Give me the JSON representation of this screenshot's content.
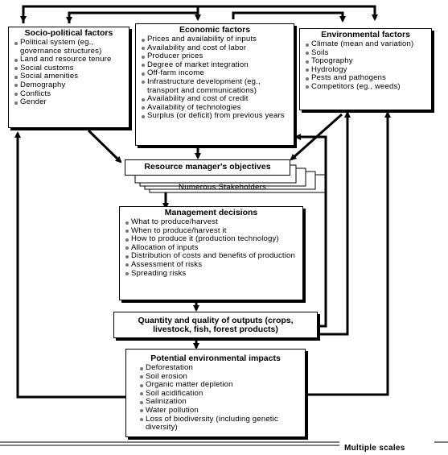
{
  "socio": {
    "title": "Socio-political factors",
    "items": [
      "Political system (eg., governance structures)",
      "Land and resource tenure",
      "Social customs",
      "Social amenities",
      "Demography",
      "Conflicts",
      "Gender"
    ]
  },
  "economic": {
    "title": "Economic factors",
    "items": [
      "Prices and availability of inputs",
      "Availability and cost of labor",
      "Producer prices",
      "Degree of market integration",
      "Off-farm income",
      "Infrastructure development (eg., transport and communications)",
      "Availability and cost of credit",
      "Availability of technologies",
      "Surplus (or deficit) from previous years"
    ]
  },
  "environmental": {
    "title": "Environmental factors",
    "items": [
      "Climate (mean and variation)",
      "Soils",
      "Topography",
      "Hydrology",
      "Pests and pathogens",
      "Competitors (eg., weeds)"
    ]
  },
  "objectives": {
    "title": "Resource manager's objectives",
    "stakeholders": "Numerous Stakeholders"
  },
  "management": {
    "title": "Management decisions",
    "items": [
      "What to produce/harvest",
      "When to produce/harvest it",
      "How to produce it (production technology)",
      "Allocation of inputs",
      "Distribution of costs and benefits of production",
      "Assessment of risks",
      "Spreading risks"
    ]
  },
  "outputs": {
    "title": "Quantity and quality of outputs (crops, livestock, fish, forest products)"
  },
  "impacts": {
    "title": "Potential environmental impacts",
    "items": [
      "Deforestation",
      "Soil erosion",
      "Organic matter depletion",
      "Soil acidification",
      "Salinization",
      "Water pollution",
      "Loss of biodiversity (including genetic diversity)"
    ]
  },
  "footer": {
    "scales": "Multiple scales"
  }
}
